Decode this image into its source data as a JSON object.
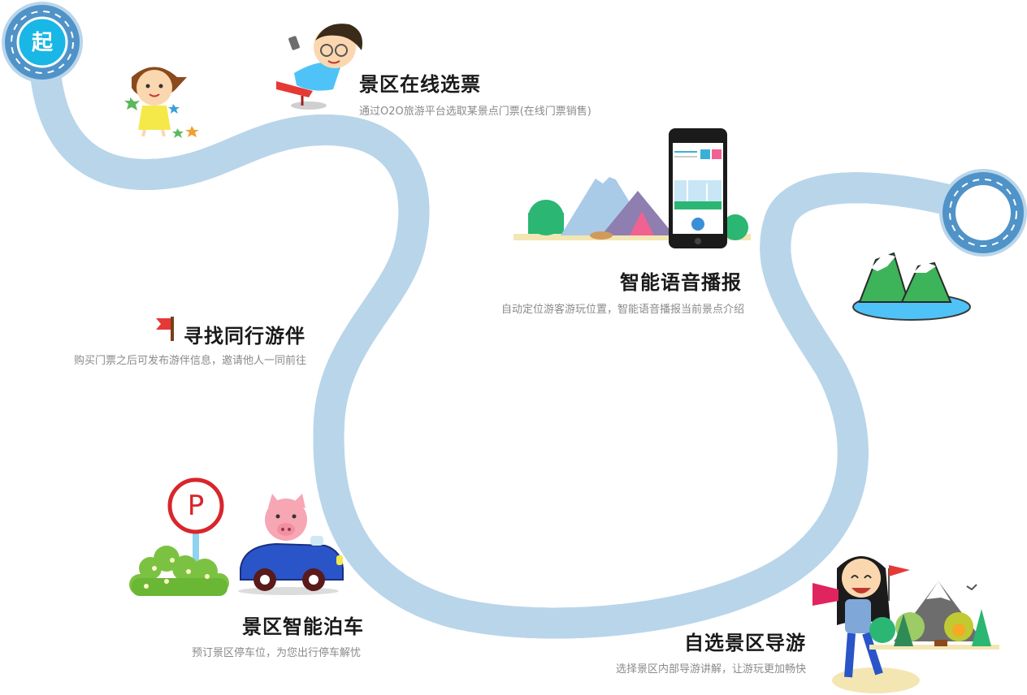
{
  "start": {
    "label": "起"
  },
  "steps": [
    {
      "title": "景区在线选票",
      "desc": "通过O2O旅游平台选取某景点门票(在线门票销售)"
    },
    {
      "title": "智能语音播报",
      "desc": "自动定位游客游玩位置，智能语音播报当前景点介绍"
    },
    {
      "title": "寻找同行游伴",
      "desc": "购买门票之后可发布游伴信息，邀请他人一同前往"
    },
    {
      "title": "景区智能泊车",
      "desc": "预订景区停车位，为您出行停车解忧"
    },
    {
      "title": "自选景区导游",
      "desc": "选择景区内部导游讲解，让游玩更加畅快"
    }
  ],
  "parking_sign": {
    "letter": "P"
  },
  "colors": {
    "road": "#4f93c8",
    "road_edge": "#b9d5ea",
    "road_dash": "#ffffff",
    "start_badge": "#18b7e6",
    "title_text": "#1a1a1a",
    "desc_text": "#8a8a8a"
  },
  "icons": [
    "start-circle-icon",
    "girl-with-stars-icon",
    "boy-with-phone-icon",
    "smartphone-mountains-icon",
    "flag-icon",
    "green-mountain-lake-icon",
    "parking-sign-icon",
    "pig-car-icon",
    "guide-girl-icon",
    "forest-mountain-icon"
  ]
}
